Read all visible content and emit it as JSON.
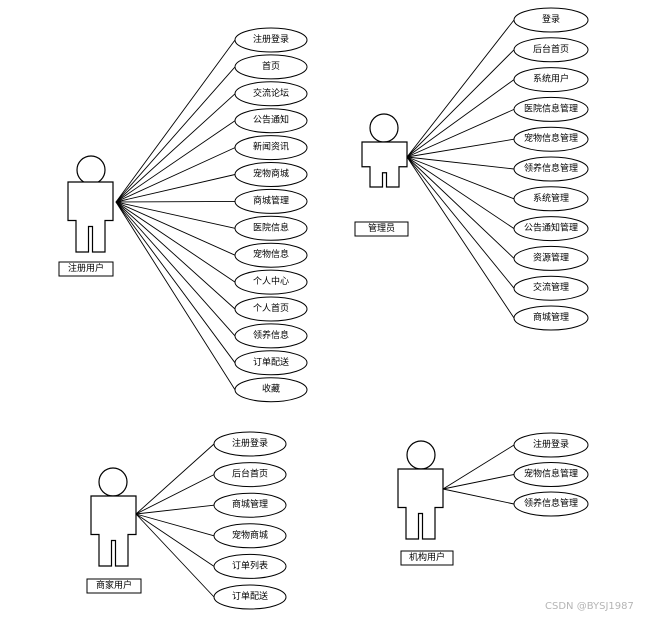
{
  "actors": [
    {
      "id": "registered",
      "label": "注册用户",
      "use_cases": [
        "注册登录",
        "首页",
        "交流论坛",
        "公告通知",
        "新闻资讯",
        "宠物商城",
        "商城管理",
        "医院信息",
        "宠物信息",
        "个人中心",
        "个人首页",
        "领养信息",
        "订单配送",
        "收藏"
      ]
    },
    {
      "id": "admin",
      "label": "管理员",
      "use_cases": [
        "登录",
        "后台首页",
        "系统用户",
        "医院信息管理",
        "宠物信息管理",
        "领养信息管理",
        "系统管理",
        "公告通知管理",
        "资源管理",
        "交流管理",
        "商城管理"
      ]
    },
    {
      "id": "merchant",
      "label": "商家用户",
      "use_cases": [
        "注册登录",
        "后台首页",
        "商城管理",
        "宠物商城",
        "订单列表",
        "订单配送"
      ]
    },
    {
      "id": "institution",
      "label": "机构用户",
      "use_cases": [
        "注册登录",
        "宠物信息管理",
        "领养信息管理"
      ]
    }
  ],
  "watermark": "CSDN @BYSJ1987"
}
